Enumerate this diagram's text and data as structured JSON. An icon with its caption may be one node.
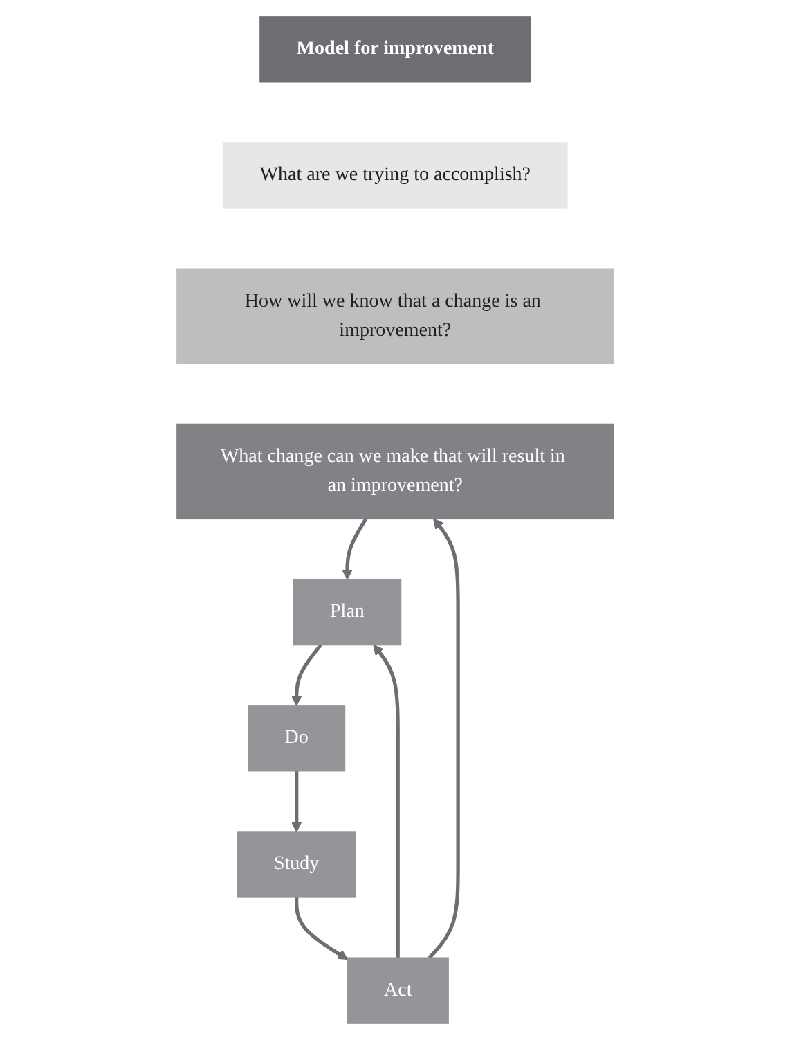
{
  "diagram": {
    "nodes": [
      {
        "text": [
          "Model for improvement"
        ]
      },
      {
        "text": [
          "What are we trying to accomplish?"
        ]
      },
      {
        "text": [
          "How will we know that a change is an improvement?"
        ]
      },
      {
        "text": [
          "What change can we make that will result in an improvement?"
        ]
      },
      {
        "text": [
          "Act"
        ]
      },
      {
        "text": [
          "Plan"
        ]
      },
      {
        "text": [
          "Study"
        ]
      },
      {
        "text": [
          "Do"
        ]
      }
    ],
    "edges": [
      {
        "from": 3,
        "to": 5,
        "arrow": "to"
      },
      {
        "from": 4,
        "to": 3,
        "arrow": "to"
      },
      {
        "from": 4,
        "to": 5,
        "arrow": "to"
      },
      {
        "from": 5,
        "to": 7,
        "arrow": "to"
      },
      {
        "from": 7,
        "to": 6,
        "arrow": "to"
      },
      {
        "from": 6,
        "to": 4,
        "arrow": "to"
      }
    ]
  }
}
